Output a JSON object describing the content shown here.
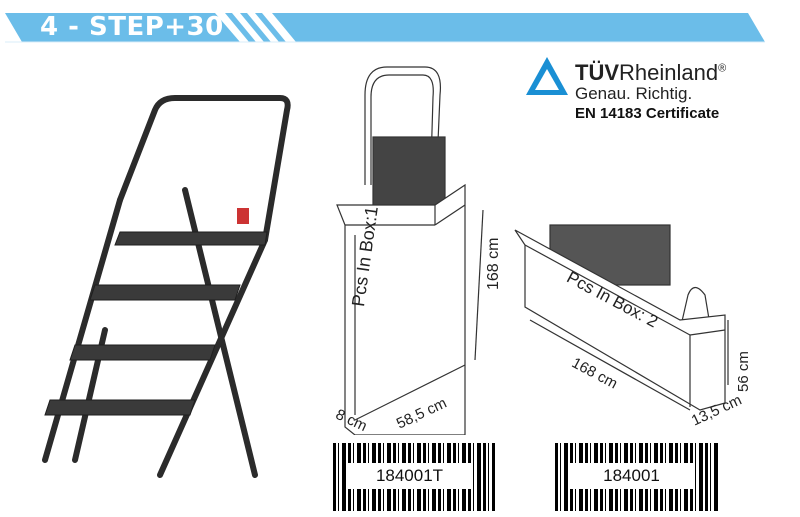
{
  "header": {
    "title": "4 - STEP+30",
    "accent_color": "#6bbde9"
  },
  "certification": {
    "brand_bold": "TÜV",
    "brand_rest": "Rheinland",
    "registered": "®",
    "slogan": "Genau. Richtig.",
    "certificate": "EN 14183 Certificate",
    "logo_color": "#1a8fd4"
  },
  "package_single": {
    "label": "Pcs In Box:1",
    "height": "168 cm",
    "width": "58,5 cm",
    "depth": "8 cm",
    "barcode": "184001T"
  },
  "package_double": {
    "label": "Pcs In Box: 2",
    "length": "168 cm",
    "height": "56 cm",
    "depth": "13,5 cm",
    "barcode": "184001"
  }
}
